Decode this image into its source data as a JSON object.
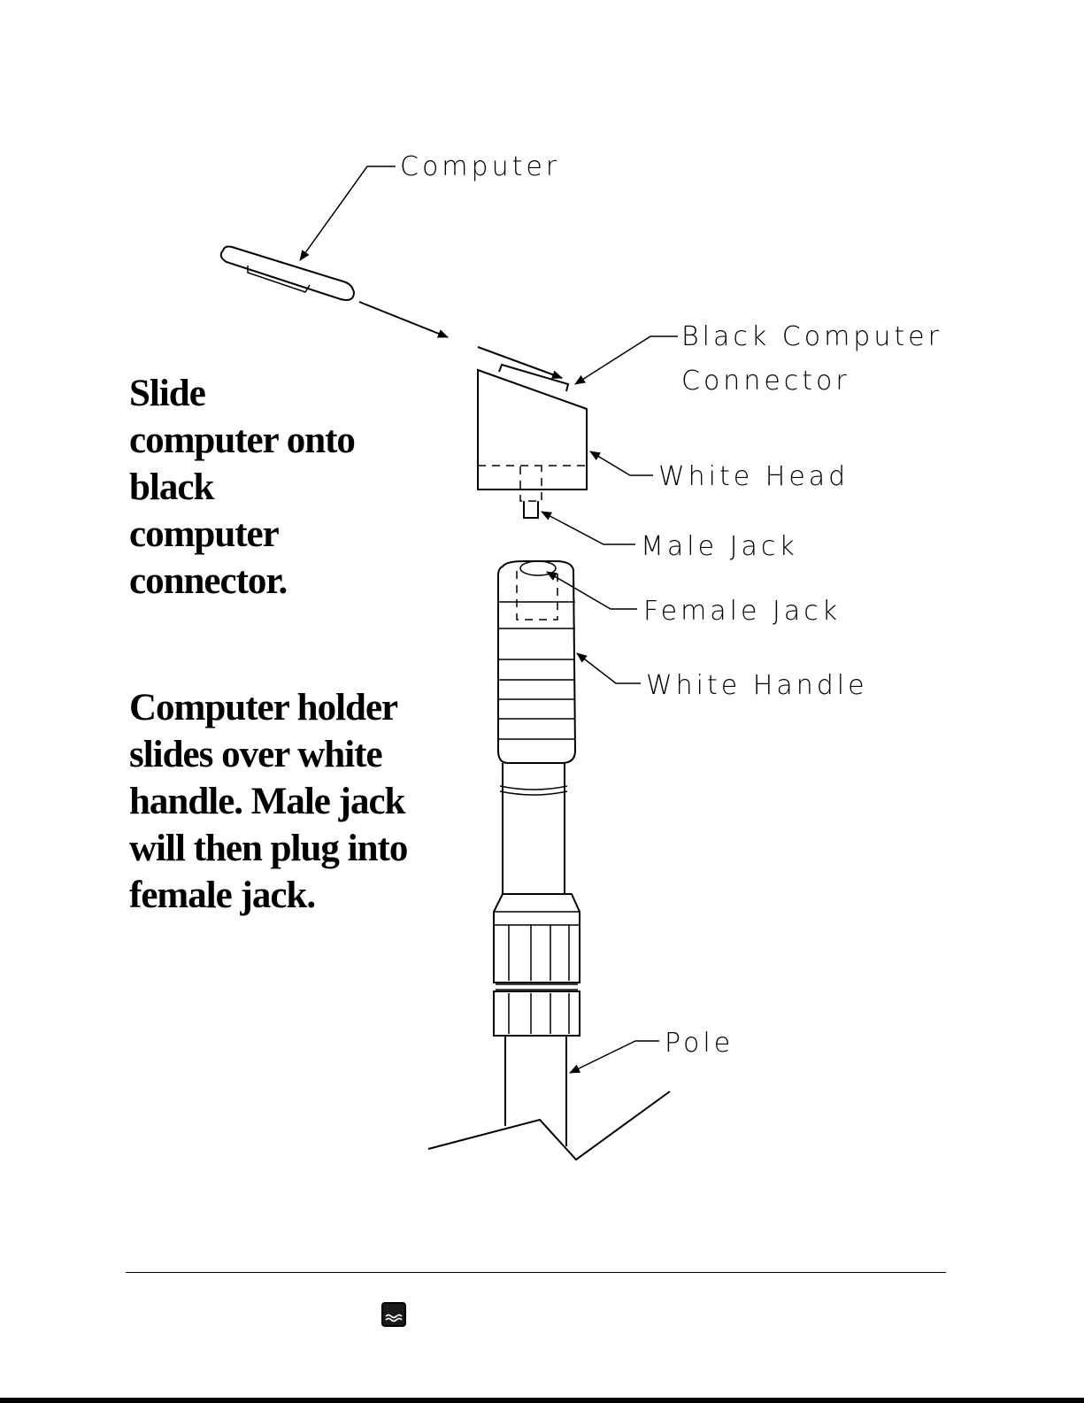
{
  "instructions": {
    "step1": "Slide\ncomputer onto\nblack\ncomputer\nconnector.",
    "step2": "Computer holder\nslides over white\nhandle. Male jack\nwill then plug into\nfemale jack."
  },
  "labels": {
    "computer": "Computer",
    "connector_line1": "Black Computer",
    "connector_line2": "Connector",
    "white_head": "White Head",
    "male_jack": "Male Jack",
    "female_jack": "Female Jack",
    "white_handle": "White Handle",
    "pole": "Pole"
  },
  "footer": {
    "logo_icon": "wave-logo-icon"
  }
}
